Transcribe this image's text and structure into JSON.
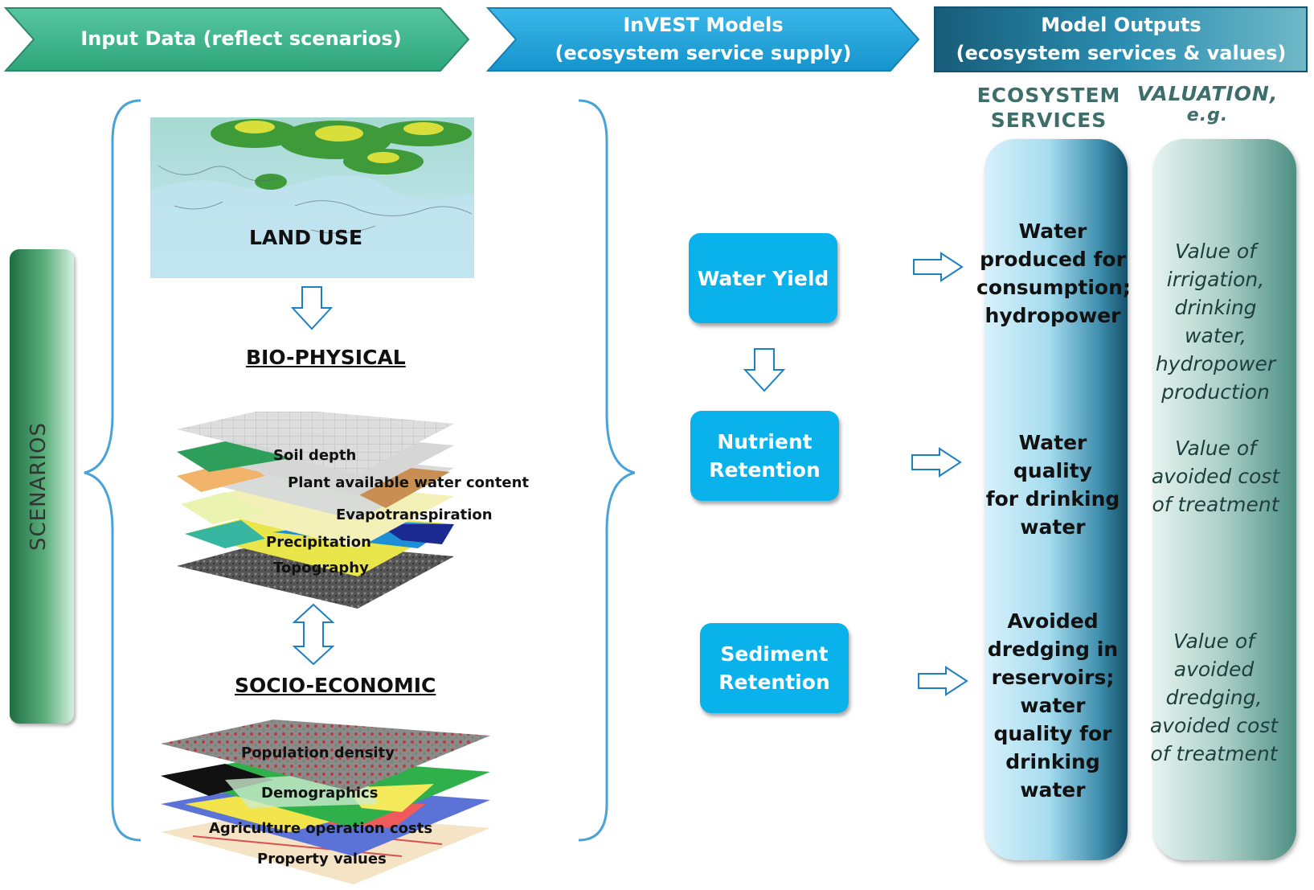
{
  "headers": {
    "input": "Input Data (reflect scenarios)",
    "models_line1": "InVEST Models",
    "models_line2": "(ecosystem service supply)",
    "outputs_line1": "Model Outputs",
    "outputs_line2": "(ecosystem services  & values)"
  },
  "scenarios_label": "SCENARIOS",
  "land_use_label": "LAND USE",
  "bio_physical_title": "BIO-PHYSICAL",
  "bio_layers": [
    "Soil depth",
    "Plant available water content",
    "Evapotranspiration",
    "Precipitation",
    "Topography"
  ],
  "socio_economic_title": "SOCIO-ECONOMIC",
  "socio_layers": [
    "Population density",
    "Demographics",
    "Agriculture operation costs",
    "Property values"
  ],
  "models": {
    "water_yield": "Water Yield",
    "nutrient_line1": "Nutrient",
    "nutrient_line2": "Retention",
    "sediment_line1": "Sediment",
    "sediment_line2": "Retention"
  },
  "column_headers": {
    "services_line1": "ECOSYSTEM",
    "services_line2": "SERVICES",
    "valuation_line1": "VALUATION,",
    "valuation_line2": "e.g."
  },
  "services": [
    [
      "Water",
      "produced for",
      "consumption;",
      "hydropower"
    ],
    [
      "Water quality",
      "for drinking",
      "water"
    ],
    [
      "Avoided",
      "dredging in",
      "reservoirs;",
      "water",
      "quality for",
      "drinking",
      "water"
    ]
  ],
  "values": [
    [
      "Value of",
      "irrigation,",
      "drinking",
      "water,",
      "hydropower",
      "production"
    ],
    [
      "Value of",
      "avoided cost",
      "of treatment"
    ],
    [
      "Value of",
      "avoided",
      "dredging,",
      "avoided cost",
      "of treatment"
    ]
  ],
  "colors": {
    "input_header": "#3fb88d",
    "models_header": "#1ea5dd",
    "outputs_header": "#1e6f8e",
    "model_box": "#0ab2ec",
    "arrow_outline": "#1d7fc4",
    "brace": "#4aa3d8"
  }
}
